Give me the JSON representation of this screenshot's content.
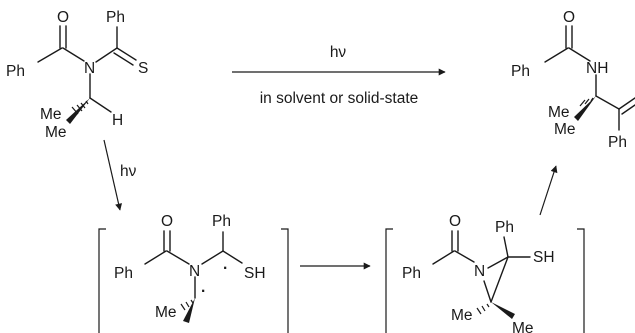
{
  "scheme": {
    "conditions": {
      "top_arrow_above": "hν",
      "top_arrow_below": "in solvent or solid-state",
      "down_arrow": "hν"
    },
    "labels": {
      "oxygen": "O",
      "sulfur": "S",
      "nitrogen": "N",
      "amide_nh": "NH",
      "phenyl": "Ph",
      "methyl": "Me",
      "hydrogen": "H",
      "thiol": "SH",
      "radical_dot": "·"
    }
  }
}
